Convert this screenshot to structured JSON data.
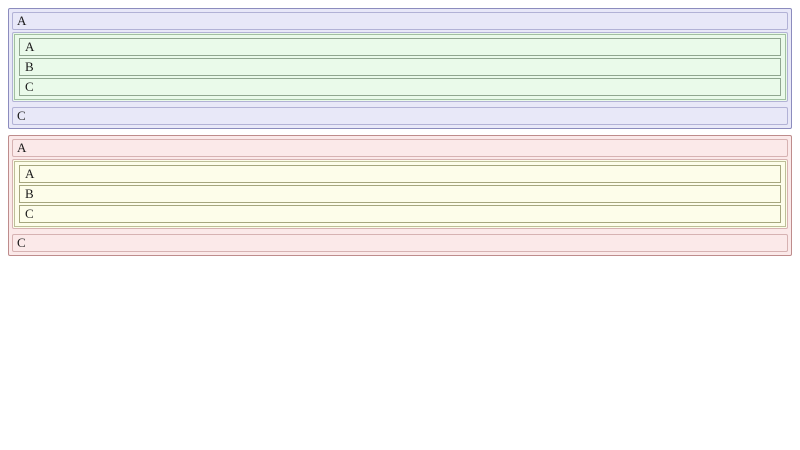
{
  "page": {
    "background": "#ffffff",
    "text_color": "#1a1a1a"
  },
  "blocks": [
    {
      "name": "lavender-green-nested-boxes",
      "colors": {
        "outer_bg": "#e8e8f8",
        "outer_border": "#8c8cbe",
        "outer_row_border": "#b2b2d6",
        "inner_bg": "#eafaea",
        "inner_border": "#a2c0a2",
        "inner_row_border": "#90a690"
      },
      "outer_rows": {
        "top": "A",
        "bottom": "C"
      },
      "inner_rows": [
        "A",
        "B",
        "C"
      ]
    },
    {
      "name": "pink-yellow-nested-boxes",
      "colors": {
        "outer_bg": "#fbe9e9",
        "outer_border": "#be8c8c",
        "outer_row_border": "#d6b2b2",
        "inner_bg": "#fdfdea",
        "inner_border": "#bebe98",
        "inner_row_border": "#a6a67e"
      },
      "outer_rows": {
        "top": "A",
        "bottom": "C"
      },
      "inner_rows": [
        "A",
        "B",
        "C"
      ]
    }
  ]
}
